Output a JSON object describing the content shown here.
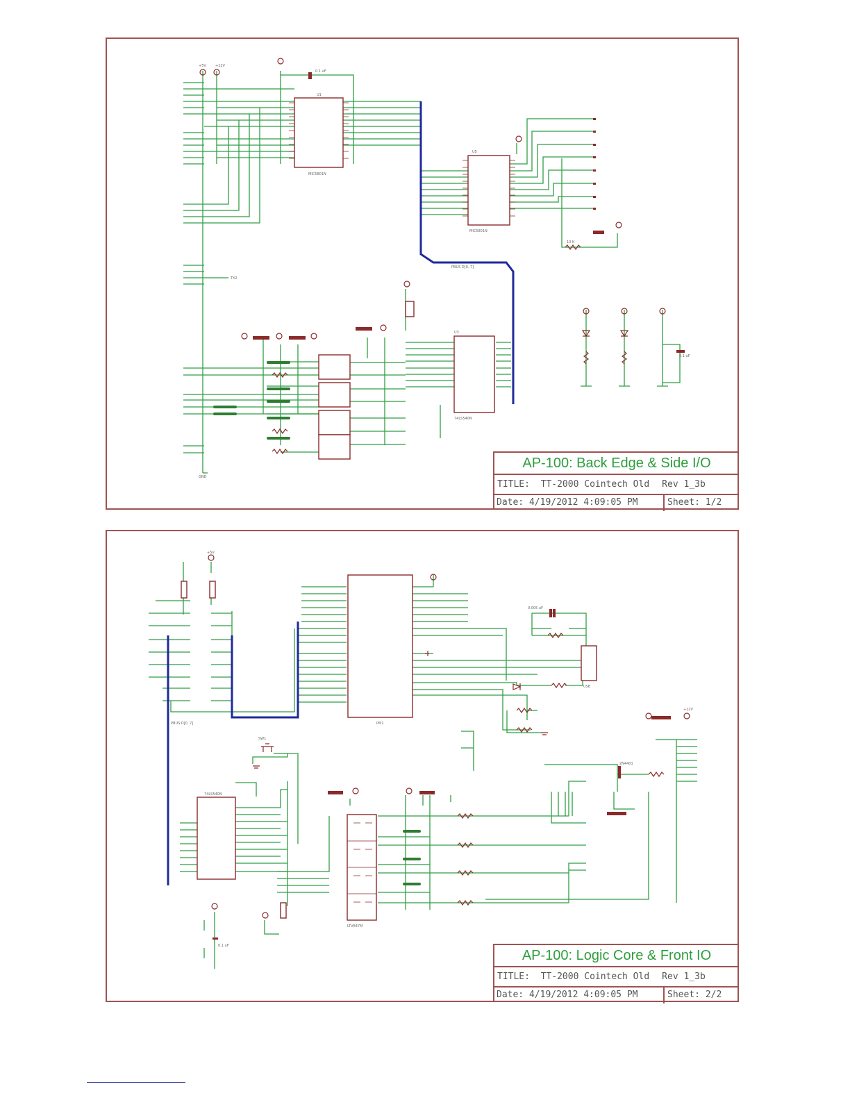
{
  "sheets": [
    {
      "heading": "AP-100:  Back Edge & Side  I/O",
      "title_label": "TITLE:",
      "title_value": "TT-2000 Cointech Old",
      "revision": "Rev 1_3b",
      "date": "Date: 4/19/2012 4:09:05 PM",
      "sheet": "Sheet: 1/2",
      "labels": {
        "bus": "PBUS D[0..7]",
        "gnd": "GND",
        "u1": "U1",
        "u1_part": "MIC5801N",
        "u5": "U5",
        "u5_part": "MIC5801N",
        "u3": "U3",
        "u3_part": "74LS540N",
        "tx2": "TX2",
        "p5v": "+5V",
        "p12v": "+12V",
        "c2": "0.1 uF",
        "c3": "0.1 uF",
        "r10k": "10 K"
      }
    },
    {
      "heading": "AP-100: Logic Core & Front IO",
      "title_label": "TITLE:",
      "title_value": "TT-2000 Cointech Old",
      "revision": "Rev 1_3b",
      "date": "Date: 4/19/2012 4:09:05 PM",
      "sheet": "Sheet: 2/2",
      "labels": {
        "bus": "PBUS D[0..7]",
        "pm1": "PM1",
        "usb": "USB",
        "sw1": "SW1",
        "u2": "74LS540N",
        "u7": "LTV847M",
        "q1": "2N4401",
        "c4": "0.005 uF",
        "c7": "0.1 uF",
        "p5v": "+5V",
        "p12v": "+12V"
      }
    }
  ],
  "colors": {
    "border": "#a05252",
    "wire": "#2f9e44",
    "bus": "#1f2a9a",
    "part": "#8b2a2a",
    "cap": "#2e7d32",
    "heading": "#2e9e3e"
  }
}
